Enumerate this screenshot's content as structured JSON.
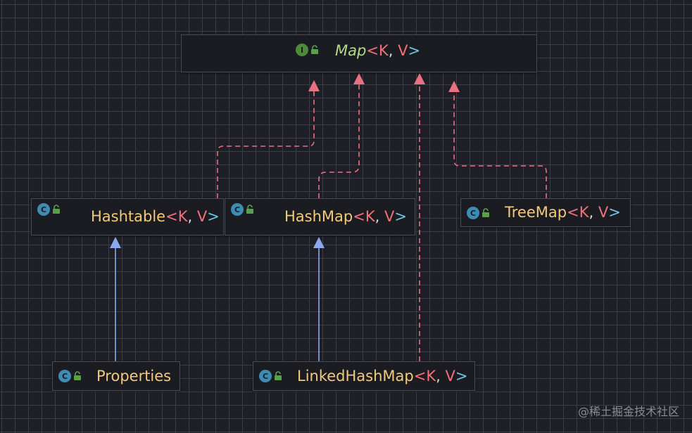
{
  "nodes": {
    "map": {
      "kind": "I",
      "name": "Map",
      "params": [
        "K",
        "V"
      ]
    },
    "hashtable": {
      "kind": "C",
      "name": "Hashtable",
      "params": [
        "K",
        "V"
      ]
    },
    "hashmap": {
      "kind": "C",
      "name": "HashMap",
      "params": [
        "K",
        "V"
      ]
    },
    "treemap": {
      "kind": "C",
      "name": "TreeMap",
      "params": [
        "K",
        "V"
      ]
    },
    "properties": {
      "kind": "C",
      "name": "Properties",
      "params": []
    },
    "linkedhashmap": {
      "kind": "C",
      "name": "LinkedHashMap",
      "params": [
        "K",
        "V"
      ]
    }
  },
  "edges": [
    {
      "from": "Hashtable",
      "to": "Map",
      "relation": "implements",
      "style": "dashed"
    },
    {
      "from": "HashMap",
      "to": "Map",
      "relation": "implements",
      "style": "dashed"
    },
    {
      "from": "LinkedHashMap",
      "to": "Map",
      "relation": "implements",
      "style": "dashed"
    },
    {
      "from": "TreeMap",
      "to": "Map",
      "relation": "implements",
      "style": "dashed"
    },
    {
      "from": "Properties",
      "to": "Hashtable",
      "relation": "extends",
      "style": "solid"
    },
    {
      "from": "LinkedHashMap",
      "to": "HashMap",
      "relation": "extends",
      "style": "solid"
    }
  ],
  "colors": {
    "implements_edge": "#e87080",
    "extends_edge": "#8aa8f0",
    "class_badge": "#3f8bb3",
    "interface_badge": "#4f8a3a",
    "lock": "#5aa04a",
    "class_name": "#f2c97d",
    "interface_name": "#b5d98a",
    "generic_param": "#f07178",
    "generic_bracket_open": "#f07178",
    "generic_bracket_close": "#6fc3df"
  },
  "icons": {
    "class_badge": "class-icon",
    "interface_badge": "interface-icon",
    "lock": "lock-icon"
  },
  "watermark": "@稀土掘金技术社区"
}
